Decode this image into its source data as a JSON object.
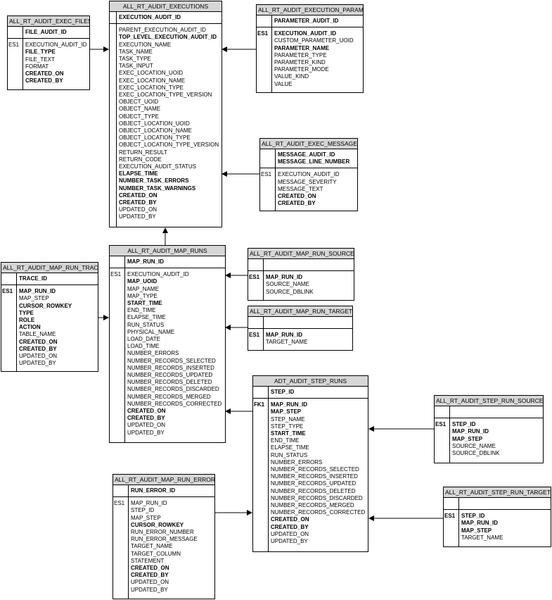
{
  "entities": {
    "executions": {
      "title": "ALL_RT_AUDIT_EXECUTIONS",
      "pk": [
        "EXECUTION_AUDIT_ID"
      ],
      "attrs": [
        {
          "name": "PARENT_EXECUTION_AUDIT_ID",
          "bold": false
        },
        {
          "name": "TOP_LEVEL_EXECUTION_AUDIT_ID",
          "bold": true
        },
        {
          "name": "EXECUTION_NAME",
          "bold": false
        },
        {
          "name": "TASK_NAME",
          "bold": false
        },
        {
          "name": "TASK_TYPE",
          "bold": false
        },
        {
          "name": "TASK_INPUT",
          "bold": false
        },
        {
          "name": "EXEC_LOCATION_UOID",
          "bold": false
        },
        {
          "name": "EXEC_LOCATION_NAME",
          "bold": false
        },
        {
          "name": "EXEC_LOCATION_TYPE",
          "bold": false
        },
        {
          "name": "EXEC_LOCATION_TYPE_VERSION",
          "bold": false
        },
        {
          "name": "OBJECT_UOID",
          "bold": false
        },
        {
          "name": "OBJECT_NAME",
          "bold": false
        },
        {
          "name": "OBJECT_TYPE",
          "bold": false
        },
        {
          "name": "OBJECT_LOCATION_UOID",
          "bold": false
        },
        {
          "name": "OBJECT_LOCATION_NAME",
          "bold": false
        },
        {
          "name": "OBJECT_LOCATION_TYPE",
          "bold": false
        },
        {
          "name": "OBJECT_LOCATION_TYPE_VERSION",
          "bold": false
        },
        {
          "name": "RETURN_RESULT",
          "bold": false
        },
        {
          "name": "RETURN_CODE",
          "bold": false
        },
        {
          "name": "EXECUTION_AUDIT_STATUS",
          "bold": false
        },
        {
          "name": "ELAPSE_TIME",
          "bold": true
        },
        {
          "name": "NUMBER_TASK_ERRORS",
          "bold": true
        },
        {
          "name": "NUMBER_TASK_WARNINGS",
          "bold": true
        },
        {
          "name": "CREATED_ON",
          "bold": true
        },
        {
          "name": "CREATED_BY",
          "bold": true
        },
        {
          "name": "UPDATED_ON",
          "bold": false
        },
        {
          "name": "UPDATED_BY",
          "bold": false
        }
      ],
      "indexes": [
        ""
      ]
    },
    "exec_files": {
      "title": "ALL_RT_AUDIT_EXEC_FILES",
      "pk": [
        "FILE_AUDIT_ID"
      ],
      "attrs": [
        {
          "name": "EXECUTION_AUDIT_ID",
          "bold": false
        },
        {
          "name": "FILE_TYPE",
          "bold": true
        },
        {
          "name": "FILE_TEXT",
          "bold": false
        },
        {
          "name": "FORMAT",
          "bold": false
        },
        {
          "name": "CREATED_ON",
          "bold": true
        },
        {
          "name": "CREATED_BY",
          "bold": true
        }
      ],
      "indexes": [
        "ES1"
      ]
    },
    "execution_params": {
      "title": "ALL_RT_AUDIT_EXECUTION_PARAMS",
      "pk": [
        "PARAMETER_AUDIT_ID"
      ],
      "attrs": [
        {
          "name": "EXECUTION_AUDIT_ID",
          "bold": true
        },
        {
          "name": "CUSTOM_PARAMETER_UOID",
          "bold": false
        },
        {
          "name": "PARAMETER_NAME",
          "bold": true
        },
        {
          "name": "PARAMETER_TYPE",
          "bold": false
        },
        {
          "name": "PARAMETER_KIND",
          "bold": false
        },
        {
          "name": "PARAMETER_MODE",
          "bold": false
        },
        {
          "name": "VALUE_KIND",
          "bold": false
        },
        {
          "name": "VALUE",
          "bold": false
        }
      ],
      "indexes": [
        "ES1"
      ]
    },
    "exec_messages": {
      "title": "ALL_RT_AUDIT_EXEC_MESSAGES",
      "pk": [
        "MESSAGE_AUDIT_ID",
        "MESSAGE_LINE_NUMBER"
      ],
      "attrs": [
        {
          "name": "EXECUTION_AUDIT_ID",
          "bold": false
        },
        {
          "name": "MESSAGE_SEVERITY",
          "bold": false
        },
        {
          "name": "MESSAGE_TEXT",
          "bold": false
        },
        {
          "name": "CREATED_ON",
          "bold": true
        },
        {
          "name": "CREATED_BY",
          "bold": true
        }
      ],
      "indexes": [
        "ES1"
      ]
    },
    "map_runs": {
      "title": "ALL_RT_AUDIT_MAP_RUNS",
      "pk": [
        "MAP_RUN_ID"
      ],
      "attrs": [
        {
          "name": "EXECUTION_AUDIT_ID",
          "bold": false
        },
        {
          "name": "MAP_UOID",
          "bold": true
        },
        {
          "name": "MAP_NAME",
          "bold": false
        },
        {
          "name": "MAP_TYPE",
          "bold": false
        },
        {
          "name": "START_TIME",
          "bold": true
        },
        {
          "name": "END_TIME",
          "bold": false
        },
        {
          "name": "ELAPSE_TIME",
          "bold": false
        },
        {
          "name": "RUN_STATUS",
          "bold": false
        },
        {
          "name": "PHYSICAL_NAME",
          "bold": false
        },
        {
          "name": "LOAD_DATE",
          "bold": false
        },
        {
          "name": "LOAD_TIME",
          "bold": false
        },
        {
          "name": "NUMBER_ERRORS",
          "bold": false
        },
        {
          "name": "NUMBER_RECORDS_SELECTED",
          "bold": false
        },
        {
          "name": "NUMBER_RECORDS_INSERTED",
          "bold": false
        },
        {
          "name": "NUMBER_RECORDS_UPDATED",
          "bold": false
        },
        {
          "name": "NUMBER_RECORDS_DELETED",
          "bold": false
        },
        {
          "name": "NUMBER_RECORDS_DISCARDED",
          "bold": false
        },
        {
          "name": "NUMBER_RECORDS_MERGED",
          "bold": false
        },
        {
          "name": "NUMBER_RECORDS_CORRECTED",
          "bold": false
        },
        {
          "name": "CREATED_ON",
          "bold": true
        },
        {
          "name": "CREATED_BY",
          "bold": true
        },
        {
          "name": "UPDATED_ON",
          "bold": false
        },
        {
          "name": "UPDATED_BY",
          "bold": false
        }
      ],
      "indexes": [
        "ES1"
      ]
    },
    "map_run_trace": {
      "title": "ALL_RT_AUDIT_MAP_RUN_TRACE",
      "pk": [
        "TRACE_ID"
      ],
      "attrs": [
        {
          "name": "MAP_RUN_ID",
          "bold": true
        },
        {
          "name": "MAP_STEP",
          "bold": false
        },
        {
          "name": "CURSOR_ROWKEY",
          "bold": true
        },
        {
          "name": "TYPE",
          "bold": true
        },
        {
          "name": "ROLE",
          "bold": true
        },
        {
          "name": "ACTION",
          "bold": true
        },
        {
          "name": "TABLE_NAME",
          "bold": false
        },
        {
          "name": "CREATED_ON",
          "bold": true
        },
        {
          "name": "CREATED_BY",
          "bold": true
        },
        {
          "name": "UPDATED_ON",
          "bold": false
        },
        {
          "name": "UPDATED_BY",
          "bold": false
        }
      ],
      "indexes": [
        "ES1"
      ]
    },
    "map_run_sources": {
      "title": "ALL_RT_AUDIT_MAP_RUN_SOURCES",
      "pk": [
        ""
      ],
      "attrs": [
        {
          "name": "MAP_RUN_ID",
          "bold": true
        },
        {
          "name": "SOURCE_NAME",
          "bold": false
        },
        {
          "name": "SOURCE_DBLINK",
          "bold": false
        }
      ],
      "indexes": [
        "ES1"
      ]
    },
    "map_run_targets": {
      "title": "ALL_RT_AUDIT_MAP_RUN_TARGETS",
      "pk": [
        ""
      ],
      "attrs": [
        {
          "name": "MAP_RUN_ID",
          "bold": true
        },
        {
          "name": "TARGET_NAME",
          "bold": false
        }
      ],
      "indexes": [
        "ES1"
      ]
    },
    "step_runs": {
      "title": "ADT_AUDIT_STEP_RUNS",
      "pk": [
        "STEP_ID"
      ],
      "attrs": [
        {
          "name": "MAP_RUN_ID",
          "bold": true
        },
        {
          "name": "MAP_STEP",
          "bold": true
        },
        {
          "name": "STEP_NAME",
          "bold": false
        },
        {
          "name": "STEP_TYPE",
          "bold": false
        },
        {
          "name": "START_TIME",
          "bold": true
        },
        {
          "name": "END_TIME",
          "bold": false
        },
        {
          "name": "ELAPSE_TIME",
          "bold": false
        },
        {
          "name": "RUN_STATUS",
          "bold": false
        },
        {
          "name": "NUMBER_ERRORS",
          "bold": false
        },
        {
          "name": "NUMBER_RECORDS_SELECTED",
          "bold": false
        },
        {
          "name": "NUMBER_RECORDS_INSERTED",
          "bold": false
        },
        {
          "name": "NUMBER_RECORDS_UPDATED",
          "bold": false
        },
        {
          "name": "NUMBER_RECORDS_DELETED",
          "bold": false
        },
        {
          "name": "NUMBER_RECORDS_DISCARDED",
          "bold": false
        },
        {
          "name": "NUMBER_RECORDS_MERGED",
          "bold": false
        },
        {
          "name": "NUMBER_RECORDS_CORRECTED",
          "bold": false
        },
        {
          "name": "CREATED_ON",
          "bold": true
        },
        {
          "name": "CREATED_BY",
          "bold": true
        },
        {
          "name": "UPDATED_ON",
          "bold": false
        },
        {
          "name": "UPDATED_BY",
          "bold": false
        }
      ],
      "indexes": [
        "FK1"
      ]
    },
    "step_run_sources": {
      "title": "ALL_RT_AUDIT_STEP_RUN_SOURCES",
      "pk": [
        ""
      ],
      "attrs": [
        {
          "name": "STEP_ID",
          "bold": true
        },
        {
          "name": "MAP_RUN_ID",
          "bold": true
        },
        {
          "name": "MAP_STEP",
          "bold": true
        },
        {
          "name": "SOURCE_NAME",
          "bold": false
        },
        {
          "name": "SOURCE_DBLINK",
          "bold": false
        }
      ],
      "indexes": [
        "ES1"
      ]
    },
    "step_run_targets": {
      "title": "ALL_RT_AUDIT_STEP_RUN_TARGETS",
      "pk": [
        ""
      ],
      "attrs": [
        {
          "name": "STEP_ID",
          "bold": true
        },
        {
          "name": "MAP_RUN_ID",
          "bold": true
        },
        {
          "name": "MAP_STEP",
          "bold": true
        },
        {
          "name": "TARGET_NAME",
          "bold": false
        }
      ],
      "indexes": [
        "ES1"
      ]
    },
    "map_run_errors": {
      "title": "ALL_RT_AUDIT_MAP_RUN_ERRORS",
      "pk": [
        "RUN_ERROR_ID"
      ],
      "attrs": [
        {
          "name": "MAP_RUN_ID",
          "bold": false
        },
        {
          "name": "STEP_ID",
          "bold": false
        },
        {
          "name": "MAP_STEP",
          "bold": false
        },
        {
          "name": "CURSOR_ROWKEY",
          "bold": true
        },
        {
          "name": "RUN_ERROR_NUMBER",
          "bold": false
        },
        {
          "name": "RUN_ERROR_MESSAGE",
          "bold": false
        },
        {
          "name": "TARGET_NAME",
          "bold": false
        },
        {
          "name": "TARGET_COLUMN",
          "bold": false
        },
        {
          "name": "STATEMENT",
          "bold": false
        },
        {
          "name": "CREATED_ON",
          "bold": true
        },
        {
          "name": "CREATED_BY",
          "bold": true
        },
        {
          "name": "UPDATED_ON",
          "bold": false
        },
        {
          "name": "UPDATED_BY",
          "bold": false
        }
      ],
      "indexes": [
        "ES1"
      ]
    }
  },
  "relationships": [
    {
      "from": "exec_files",
      "to": "executions"
    },
    {
      "from": "execution_params",
      "to": "executions"
    },
    {
      "from": "exec_messages",
      "to": "executions"
    },
    {
      "from": "map_runs",
      "to": "executions"
    },
    {
      "from": "map_run_trace",
      "to": "map_runs"
    },
    {
      "from": "map_run_sources",
      "to": "map_runs"
    },
    {
      "from": "map_run_targets",
      "to": "map_runs"
    },
    {
      "from": "step_runs",
      "to": "map_runs"
    },
    {
      "from": "step_run_sources",
      "to": "step_runs"
    },
    {
      "from": "step_run_targets",
      "to": "step_runs"
    },
    {
      "from": "map_run_errors",
      "to": "step_runs"
    }
  ]
}
